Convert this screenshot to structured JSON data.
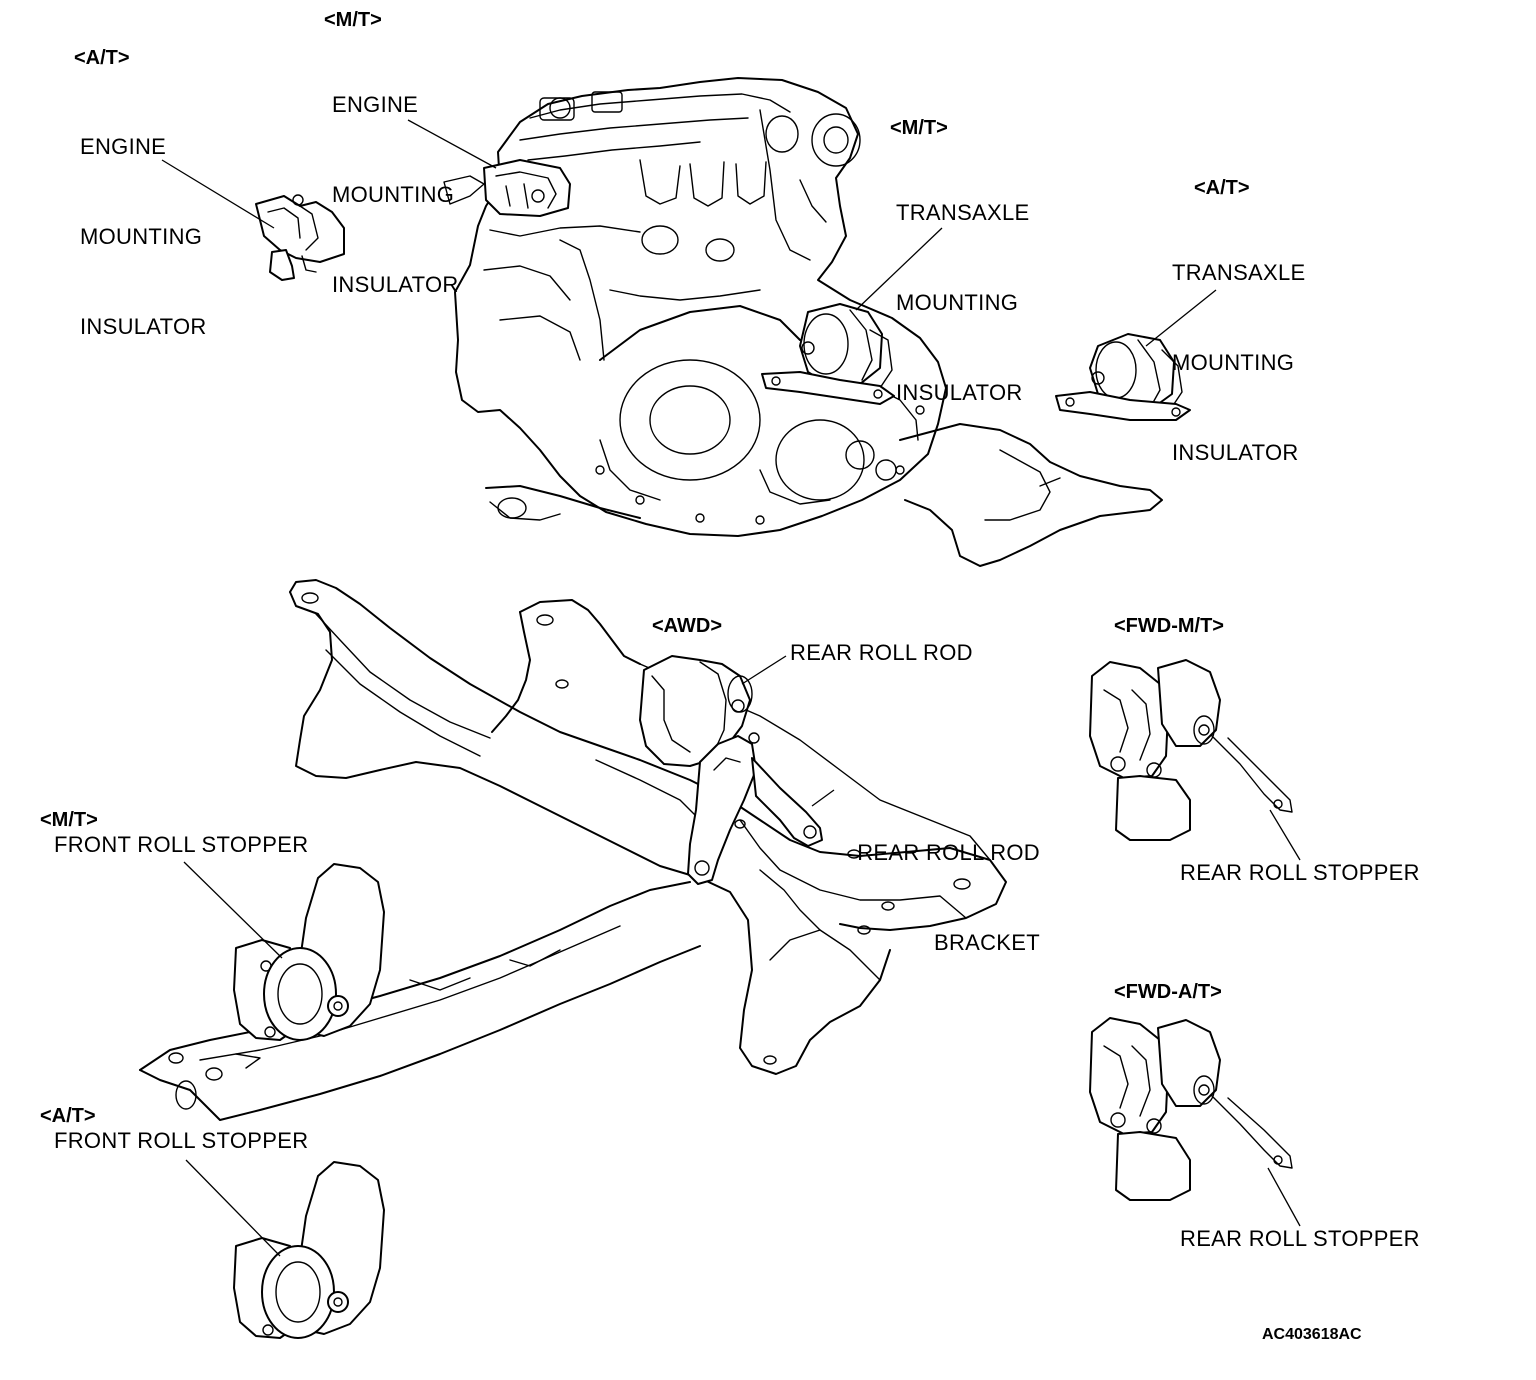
{
  "labels": {
    "at_engine": {
      "tag": "<A/T>",
      "lines": [
        "ENGINE",
        "MOUNTING",
        "INSULATOR"
      ]
    },
    "mt_engine": {
      "tag": "<M/T>",
      "lines": [
        "ENGINE",
        "MOUNTING",
        "INSULATOR"
      ]
    },
    "mt_transaxle": {
      "tag": "<M/T>",
      "lines": [
        "TRANSAXLE",
        "MOUNTING",
        "INSULATOR"
      ]
    },
    "at_transaxle": {
      "tag": "<A/T>",
      "lines": [
        "TRANSAXLE",
        "MOUNTING",
        "INSULATOR"
      ]
    },
    "awd": {
      "tag": "<AWD>"
    },
    "rear_roll_rod": {
      "text": "REAR ROLL ROD"
    },
    "rear_roll_rod_bracket": {
      "lines": [
        "REAR ROLL ROD",
        "BRACKET"
      ]
    },
    "fwd_mt": {
      "tag": "<FWD-M/T>",
      "text": "REAR ROLL STOPPER"
    },
    "fwd_at": {
      "tag": "<FWD-A/T>",
      "text": "REAR ROLL STOPPER"
    },
    "mt_front": {
      "tag": "<M/T>",
      "text": "FRONT ROLL STOPPER"
    },
    "at_front": {
      "tag": "<A/T>",
      "text": "FRONT ROLL STOPPER"
    }
  },
  "figure_code": "AC403618AC"
}
